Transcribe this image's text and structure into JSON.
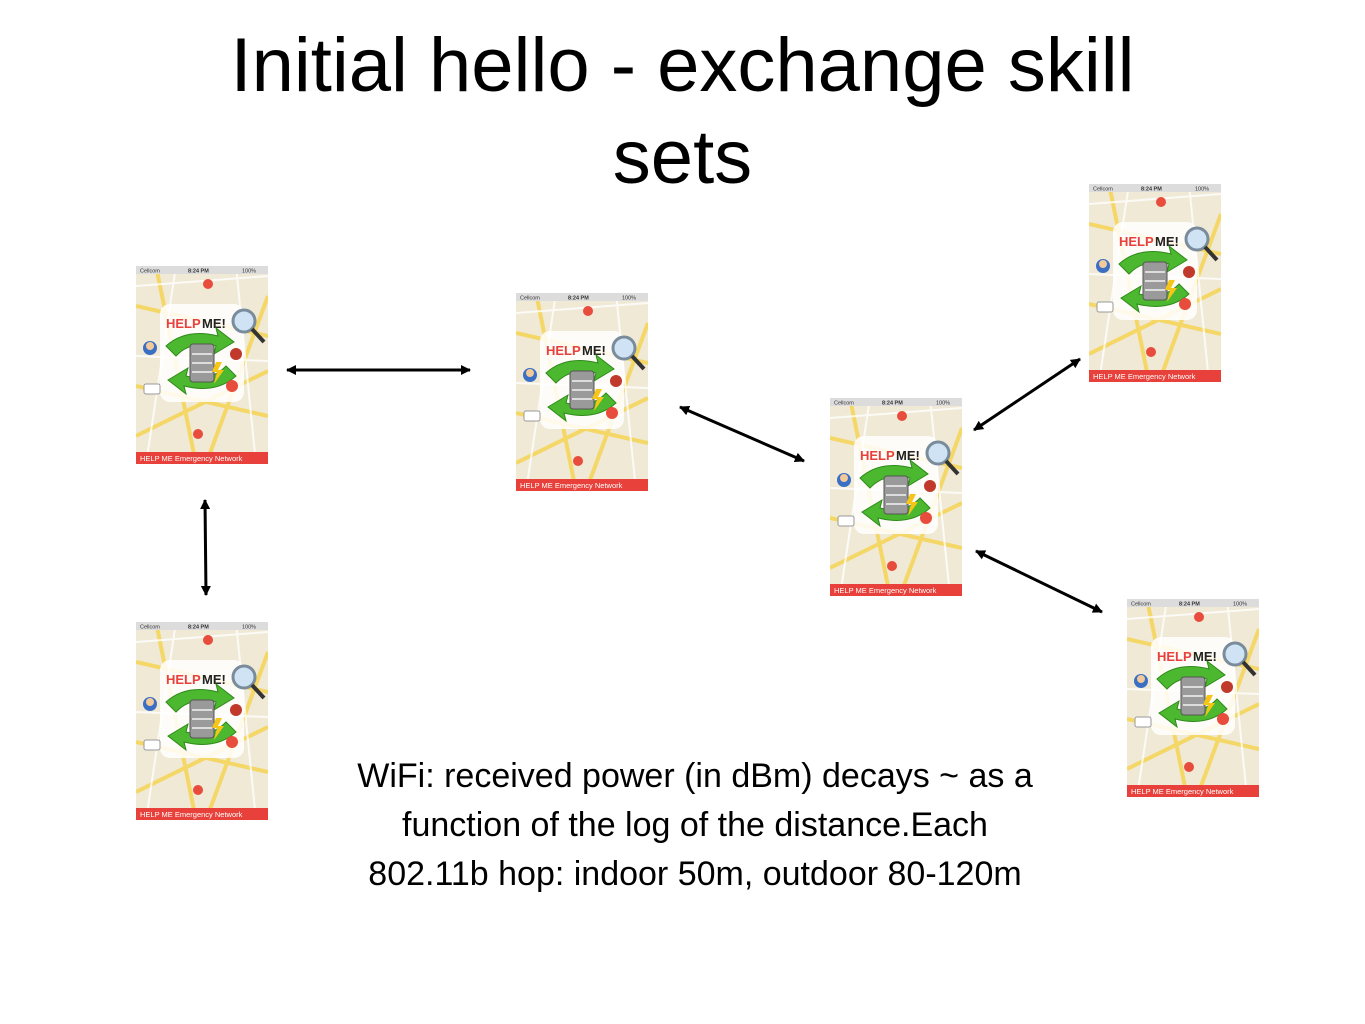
{
  "title": {
    "line1": "Initial hello - exchange skill",
    "line2": "sets"
  },
  "caption": {
    "line1": "WiFi: received power (in dBm) decays ~ as a",
    "line2": "function of the log of the distance.Each",
    "line3": "802.11b hop: indoor 50m, outdoor 80-120m"
  },
  "app_screen": {
    "carrier": "Cellcom",
    "time": "8:24 PM",
    "battery": "100%",
    "logo_help": "HELP",
    "logo_me": "ME!",
    "footer": "HELP ME Emergency Network"
  },
  "colors": {
    "footer_red": "#e8403a",
    "map_bg": "#efe9d6",
    "road_yellow": "#f5d65a",
    "arrow_green": "#4cb82f",
    "title_text": "#000000"
  },
  "nodes": [
    {
      "id": "node-top-left"
    },
    {
      "id": "node-bottom-left"
    },
    {
      "id": "node-center"
    },
    {
      "id": "node-middle-right"
    },
    {
      "id": "node-top-right"
    },
    {
      "id": "node-bottom-right"
    }
  ],
  "links": [
    {
      "from": "node-top-left",
      "to": "node-center",
      "type": "bidirectional"
    },
    {
      "from": "node-top-left",
      "to": "node-bottom-left",
      "type": "bidirectional"
    },
    {
      "from": "node-center",
      "to": "node-middle-right",
      "type": "bidirectional"
    },
    {
      "from": "node-middle-right",
      "to": "node-top-right",
      "type": "bidirectional"
    },
    {
      "from": "node-middle-right",
      "to": "node-bottom-right",
      "type": "bidirectional"
    }
  ]
}
